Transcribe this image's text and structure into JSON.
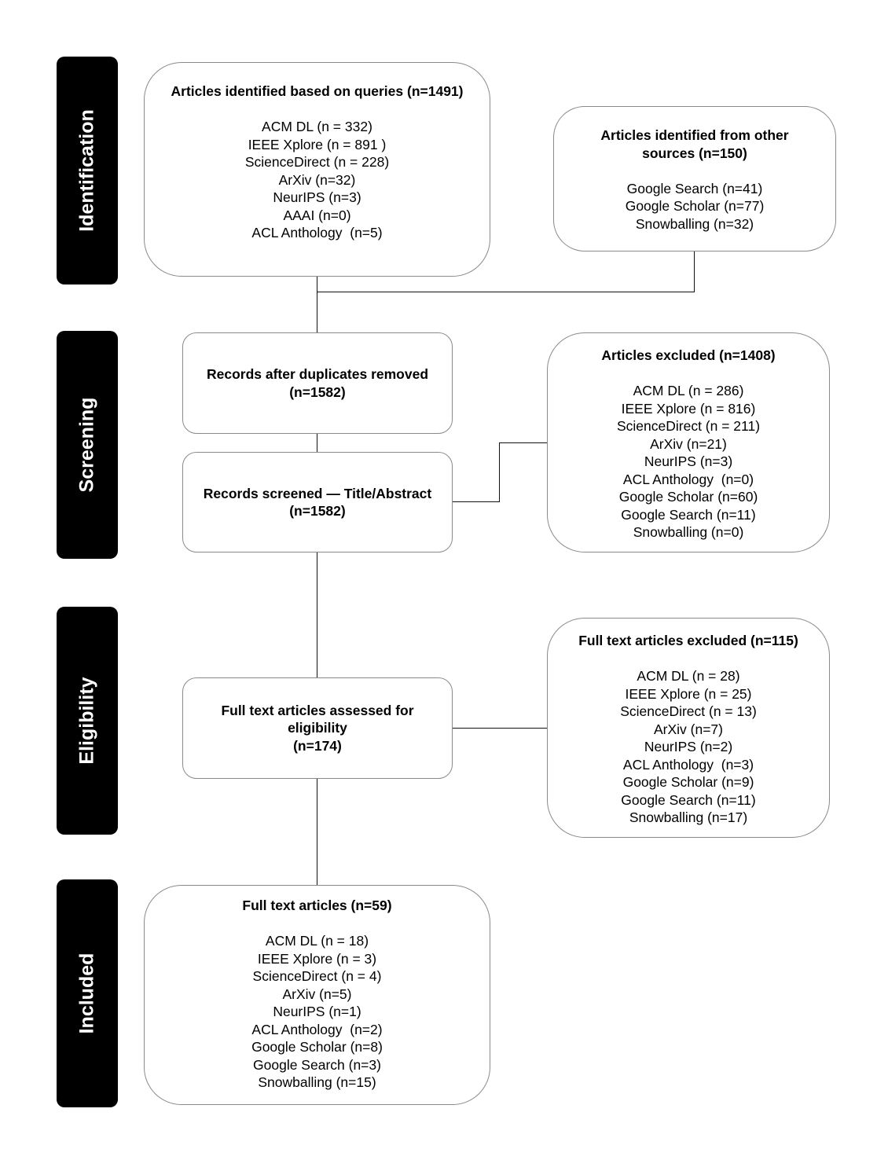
{
  "stages": {
    "identification": "Identification",
    "screening": "Screening",
    "eligibility": "Eligibility",
    "included": "Included"
  },
  "boxes": {
    "queries": {
      "title": "Articles identified based on queries (n=1491)",
      "items": [
        "ACM DL (n = 332)",
        "IEEE Xplore (n = 891 )",
        "ScienceDirect (n = 228)",
        "ArXiv (n=32)",
        "NeurIPS (n=3)",
        "AAAI (n=0)",
        "ACL Anthology  (n=5)"
      ]
    },
    "other_sources": {
      "title": "Articles identified from other\nsources (n=150)",
      "items": [
        "Google Search (n=41)",
        "Google Scholar (n=77)",
        "Snowballing (n=32)"
      ]
    },
    "duplicates": {
      "title": "Records after duplicates removed\n(n=1582)"
    },
    "screened": {
      "title": "Records screened — Title/Abstract\n(n=1582)"
    },
    "excluded": {
      "title": "Articles excluded (n=1408)",
      "items": [
        "ACM DL (n = 286)",
        "IEEE Xplore (n = 816)",
        "ScienceDirect (n = 211)",
        "ArXiv (n=21)",
        "NeurIPS (n=3)",
        "ACL Anthology  (n=0)",
        "Google Scholar (n=60)",
        "Google Search (n=11)",
        "Snowballing (n=0)"
      ]
    },
    "assessed": {
      "title": "Full text articles assessed for\neligibility\n(n=174)"
    },
    "fulltext_excluded": {
      "title": "Full text articles excluded (n=115)",
      "items": [
        "ACM DL (n = 28)",
        "IEEE Xplore (n = 25)",
        "ScienceDirect (n = 13)",
        "ArXiv (n=7)",
        "NeurIPS (n=2)",
        "ACL Anthology  (n=3)",
        "Google Scholar (n=9)",
        "Google Search (n=11)",
        "Snowballing (n=17)"
      ]
    },
    "included": {
      "title": "Full text articles (n=59)",
      "items": [
        "ACM DL (n = 18)",
        "IEEE Xplore (n = 3)",
        "ScienceDirect (n = 4)",
        "ArXiv (n=5)",
        "NeurIPS (n=1)",
        "ACL Anthology  (n=2)",
        "Google Scholar (n=8)",
        "Google Search (n=3)",
        "Snowballing (n=15)"
      ]
    }
  }
}
